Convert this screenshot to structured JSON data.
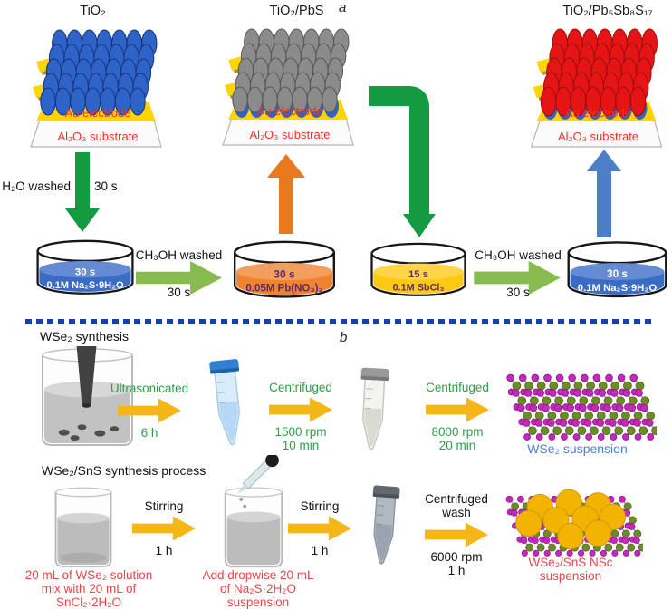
{
  "panel_a": {
    "label": "a",
    "arrays": [
      {
        "title": "TiO₂",
        "electrode": "Au electrode",
        "substrate": "Al₂O₃ substrate",
        "rod_color": "#2e63c8",
        "rod_edge": "#17357e",
        "base_color": null,
        "rod_ry": 15
      },
      {
        "title": "TiO₂/PbS",
        "electrode": "Au electrode",
        "substrate": "Al₂O₃ substrate",
        "rod_color": "#8b8b8b",
        "rod_edge": "#585858",
        "base_color": "#2e63c8",
        "rod_ry": 14
      },
      {
        "title": "TiO₂/Pb₅Sb₈S₁₇",
        "electrode": "Au electrode",
        "substrate": "Al₂O₃ substrate",
        "rod_color": "#e51515",
        "rod_edge": "#9c0d0d",
        "base_color": "#2e63c8",
        "rod_ry": 16
      }
    ],
    "wash_steps": {
      "h2o": {
        "label": "H₂O washed",
        "time": "30 s"
      },
      "ch3oh_left": {
        "label": "CH₃OH washed",
        "time": "30 s"
      },
      "ch3oh_right": {
        "label": "CH₃OH washed",
        "time": "30 s"
      }
    },
    "dishes": [
      {
        "time": "30 s",
        "solution": "0.1M Na₂S·9H₂O",
        "liquid_color": "#3a6cc6",
        "text_color": "#ffffff"
      },
      {
        "time": "30 s",
        "solution": "0.05M Pb(NO₃)₂",
        "liquid_color": "#f08330",
        "text_color": "#5f2a70"
      },
      {
        "time": "15 s",
        "solution": "0.1M SbCl₃",
        "liquid_color": "#fec912",
        "text_color": "#5f2a70"
      },
      {
        "time": "30 s",
        "solution": "0.1M Na₂S·9H₂O",
        "liquid_color": "#3a6cc6",
        "text_color": "#ffffff"
      }
    ]
  },
  "panel_b": {
    "label": "b",
    "row1": {
      "title": "WSe₂ synthesis",
      "step1": {
        "label": "Ultrasonicated",
        "time": "6 h"
      },
      "step2": {
        "label": "Centrifuged",
        "time1": "1500 rpm",
        "time2": "10 min"
      },
      "step3": {
        "label": "Centrifuged",
        "time1": "8000 rpm",
        "time2": "20 min"
      },
      "result": "WSe₂ suspension"
    },
    "row2": {
      "title": "WSe₂/SnS synthesis process",
      "caption1_line1": "20 mL of WSe₂ solution",
      "caption1_line2": "mix with 20 mL of",
      "caption1_line3": "SnCl₂·2H₂O",
      "step1": {
        "label": "Stirring",
        "time": "1 h"
      },
      "caption2_line1": "Add dropwise 20 mL",
      "caption2_line2": "of Na₂S·2H₂O",
      "caption2_line3": "suspension",
      "step2": {
        "label": "Stirring",
        "time": "1 h"
      },
      "step3": {
        "label": "Centrifuged wash",
        "time1": "6000 rpm",
        "time2": "1 h"
      },
      "result_line1": "WSe₂/SnS NSc",
      "result_line2": "suspension"
    }
  },
  "colors": {
    "green_arrow_dark": "#149a40",
    "green_arrow_light": "#85bb4f",
    "orange_arrow": "#e8791f",
    "blue_arrow": "#4d7fc9",
    "yellow_arrow": "#f5b617",
    "gold": "#ffd400",
    "dotted_line": "#1b3fa0",
    "electrode_text": "#ee3322",
    "label_green": "#2f9e48",
    "label_red": "#e64848",
    "label_blue": "#4a7fd4",
    "lattice_magenta": "#c428c0",
    "lattice_green": "#6d8c28",
    "sphere_yellow": "#f2b400"
  }
}
